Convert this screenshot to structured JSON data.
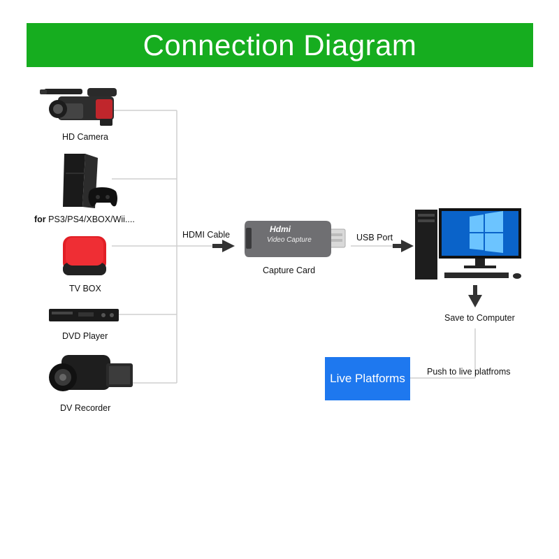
{
  "title": "Connection Diagram",
  "sources": [
    {
      "label": "HD Camera",
      "icon": "video-camera-icon"
    },
    {
      "label_prefix": "for",
      "label": "PS3/PS4/XBOX/Wii....",
      "icon": "game-console-icon"
    },
    {
      "label": "TV BOX",
      "icon": "tv-box-icon"
    },
    {
      "label": "DVD Player",
      "icon": "dvd-player-icon"
    },
    {
      "label": "DV Recorder",
      "icon": "camcorder-icon"
    }
  ],
  "hdmi_cable_label": "HDMI Cable",
  "capture_card": {
    "label": "Capture Card",
    "logo_text": "Hdmi",
    "body_text": "Video Capture",
    "color": "#6f6f72"
  },
  "usb_port_label": "USB Port",
  "computer": {
    "icon": "desktop-computer-icon"
  },
  "save_label": "Save to Computer",
  "push_label": "Push to live platfroms",
  "live_platforms_label": "Live Platforms",
  "colors": {
    "banner": "#16ad1f",
    "live_box": "#1e78ef",
    "wire": "#cfcfcf",
    "arrow": "#333333"
  }
}
